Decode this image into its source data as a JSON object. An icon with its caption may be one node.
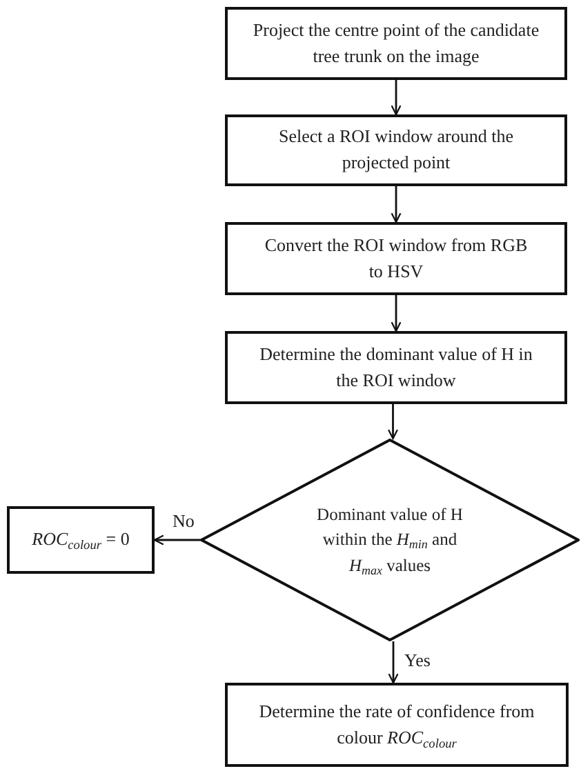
{
  "diagram": {
    "nodes": [
      {
        "text": [
          "Project the centre point of the candidate tree trunk on the image"
        ]
      },
      {
        "text": [
          "Select a ROI window around the projected point"
        ]
      },
      {
        "text": [
          "Convert the ROI window from RGB to HSV"
        ]
      },
      {
        "text": [
          "Determine the dominant value of H in the ROI window"
        ]
      },
      {
        "text": [
          "Dominant value of H within the *H*$_{min}$ and *H*$_{max}$ values"
        ]
      },
      {
        "text": [
          "*ROC*$_{colour}$ = 0"
        ]
      },
      {
        "text": [
          "Determine the rate of confidence from colour *ROC*$_{colour}$"
        ]
      }
    ],
    "edges": [
      {
        "from": 0,
        "to": 1,
        "arrow": "to"
      },
      {
        "from": 1,
        "to": 2,
        "arrow": "to"
      },
      {
        "from": 2,
        "to": 3,
        "arrow": "to"
      },
      {
        "from": 3,
        "to": 4,
        "arrow": "to"
      },
      {
        "from": 4,
        "to": 5,
        "arrow": "to",
        "label": "No"
      },
      {
        "from": 4,
        "to": 6,
        "arrow": "to",
        "label": "Yes"
      }
    ]
  }
}
